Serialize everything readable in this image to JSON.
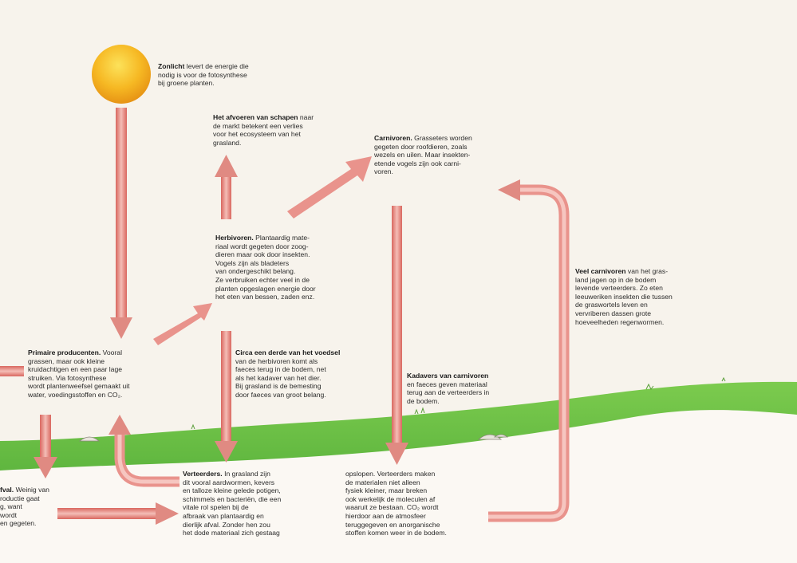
{
  "texts": {
    "zonlicht": {
      "title": "Zonlicht",
      "body": " levert de energie die\nnodig is voor de fotosynthese\nbij groene planten."
    },
    "afvoeren": {
      "title": "Het afvoeren van schapen",
      "body": " naar\nde markt betekent een verlies\nvoor het ecosysteem van het\ngrasland."
    },
    "carnivoren": {
      "title": "Carnivoren.",
      "body": " Grasseters worden\ngegeten door roofdieren, zoals\nwezels en uilen. Maar insekten-\netende vogels zijn ook carni-\nvoren."
    },
    "herbivoren": {
      "title": "Herbivoren.",
      "body": " Plantaardig mate-\nriaal wordt gegeten door zoog-\ndieren maar ook door insekten.\nVogels zijn als bladeters\nvan ondergeschikt belang.\nZe verbruiken echter veel in de\nplanten opgeslagen energie door\nhet eten van bessen, zaden enz."
    },
    "veel_carnivoren": {
      "title": "Veel carnivoren",
      "body": " van het gras-\nland jagen op in de bodem\nlevende verteerders. Zo eten\nleeuweriken insekten die tussen\nde graswortels leven en\nvervriberen dassen grote\nhoeveelheden regenwormen."
    },
    "primaire": {
      "title": "Primaire producenten.",
      "body": " Vooral\ngrassen, maar ook kleine\nkruidachtigen en een paar lage\nstruiken. Via fotosynthese\nwordt plantenweefsel gemaakt uit\nwater, voedingsstoffen en CO₂."
    },
    "derde": {
      "title": "Circa een derde van het voedsel",
      "body": "\nvan de herbivoren komt als\nfaeces terug in de bodem, net\nals het kadaver van het dier.\nBij grasland is de bemesting\ndoor faeces van groot belang."
    },
    "kadavers": {
      "title": "Kadavers van carnivoren",
      "body": "\nen faeces geven materiaal\nterug aan de verteerders in\nde bodem."
    },
    "afval": {
      "title": "fval.",
      "body": " Weinig van\nroductie gaat\ng, want\nwordt\nen gegeten."
    },
    "verteerders": {
      "title": "Verteerders.",
      "body": " In grasland zijn\ndit vooral aardwormen, kevers\nen talloze kleine gelede potigen,\nschimmels en bacteriën, die een\nvitale rol spelen bij de\nafbraak van plantaardig en\ndierlijk afval. Zonder hen zou\nhet dode materiaal zich gestaag"
    },
    "opslopen": {
      "title": "",
      "body": "opslopen. Verteerders maken\nde materialen niet alleen\nfysiek kleiner, maar breken\nook werkelijk de moleculen af\nwaaruit ze bestaan. CO₂ wordt\nhierdoor aan de atmosfeer\nteruggegeven en anorganische\nstoffen komen weer in de bodem."
    }
  },
  "colors": {
    "background": "#f7f3ec",
    "grass": "#6cc24a",
    "arrow": "#e9938c",
    "sun": "#f5b11f"
  }
}
